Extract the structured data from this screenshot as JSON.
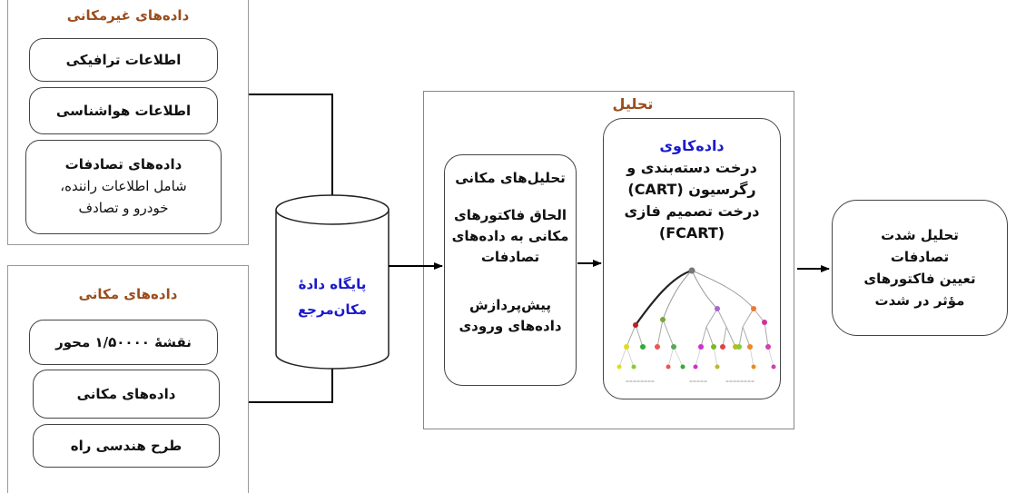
{
  "colors": {
    "heading": "#9a4d1c",
    "blue_heading": "#1a1acc",
    "stroke": "#444444"
  },
  "non_spatial": {
    "title": "داده‌های غیرمکانی",
    "items": [
      "اطلاعات ترافیکی",
      "اطلاعات هواشناسی"
    ],
    "accidents": {
      "title": "داده‌های تصادفات",
      "line1": "شامل اطلاعات راننده،",
      "line2": "خودرو و تصادف"
    }
  },
  "spatial": {
    "title": "داده‌های مکانی",
    "items": [
      "نقشۀ ۱/۵۰۰۰۰ محور",
      "داده‌های مکانی",
      "طرح هندسی راه"
    ]
  },
  "database": {
    "line1": "پایگاه دادۀ",
    "line2": "مکان‌مرجع"
  },
  "analysis": {
    "title": "تحلیل",
    "spatial_analysis": {
      "title": "تحلیل‌های مکانی",
      "line1": "الحاق فاکتورهای",
      "line2": "مکانی به داده‌های",
      "line3": "تصادفات",
      "line4": "پیش‌پردازش",
      "line5": "داده‌های ورودی"
    },
    "data_mining": {
      "title": "داده‌کاوی",
      "line1": "درخت دسته‌بندی و",
      "line2": "رگرسیون (CART)",
      "line3": "درخت تصمیم فازی",
      "line4": "(FCART)"
    }
  },
  "output": {
    "line1": "تحلیل شدت",
    "line2": "تصادفات",
    "line3": "تعیین فاکتورهای",
    "line4": "مؤثر در شدت"
  }
}
